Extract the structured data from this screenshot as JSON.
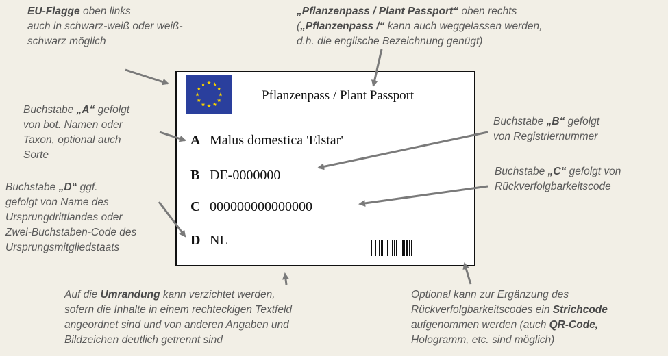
{
  "notes": {
    "eu_flag": {
      "bold": "EU-Flagge",
      "line1_rest": " oben links",
      "line2": "auch in schwarz-weiß oder weiß-",
      "line3": "schwarz möglich"
    },
    "title_note": {
      "bold": "„Pflanzenpass / Plant Passport“",
      "line1_rest": " oben rechts",
      "line2_open": "(",
      "line2_bold": "„Pflanzenpass /“",
      "line2_rest": " kann auch weggelassen werden,",
      "line3": "d.h. die englische Bezeichnung genügt)"
    },
    "letter_a": {
      "line1_pre": "Buchstabe ",
      "line1_bold": "„A“",
      "line1_post": " gefolgt",
      "line2": "von bot. Namen oder",
      "line3": "Taxon, optional auch",
      "line4": "Sorte"
    },
    "letter_b": {
      "line1_pre": "Buchstabe ",
      "line1_bold": "„B“",
      "line1_post": " gefolgt",
      "line2": "von Registriernummer"
    },
    "letter_c": {
      "line1_pre": "Buchstabe ",
      "line1_bold": "„C“",
      "line1_post": " gefolgt von",
      "line2": "Rückverfolgbarkeitscode"
    },
    "letter_d": {
      "line1_pre": "Buchstabe ",
      "line1_bold": "„D“",
      "line1_post": " ggf.",
      "line2": "gefolgt von Name des",
      "line3": "Ursprungdrittlandes oder",
      "line4": "Zwei-Buchstaben-Code des",
      "line5": "Ursprungsmitgliedstaats"
    },
    "border": {
      "line1_pre": "Auf die ",
      "line1_bold": "Umrandung",
      "line1_post": " kann verzichtet werden,",
      "line2": "sofern die Inhalte in einem rechteckigen Textfeld",
      "line3": "angeordnet sind und von anderen Angaben und",
      "line4": "Bildzeichen deutlich getrennt sind"
    },
    "barcode": {
      "line1": "Optional kann zur Ergänzung des",
      "line2_pre": "Rückverfolgbarkeitscodes ein ",
      "line2_bold": "Strichcode",
      "line3_pre": "aufgenommen werden (auch ",
      "line3_bold": "QR-Code,",
      "line4": "Hologramm, etc. sind möglich)"
    }
  },
  "passport": {
    "title": "Pflanzenpass / Plant Passport",
    "rows": [
      {
        "letter": "A",
        "value": "Malus domestica 'Elstar'"
      },
      {
        "letter": "B",
        "value": "DE-0000000"
      },
      {
        "letter": "C",
        "value": "000000000000000"
      },
      {
        "letter": "D",
        "value": "NL"
      }
    ]
  },
  "colors": {
    "background": "#f2efe6",
    "note_text": "#5a5a5a",
    "arrow": "#7a7a7a",
    "flag_blue": "#2a3f9d",
    "flag_stars": "#f5d000"
  }
}
